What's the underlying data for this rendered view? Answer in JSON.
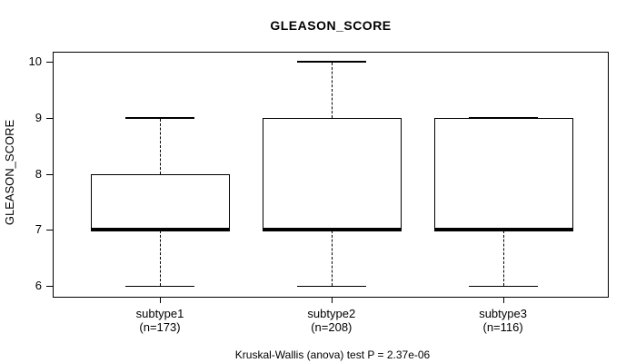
{
  "chart_data": {
    "type": "boxplot",
    "title": "GLEASON_SCORE",
    "ylabel": "GLEASON_SCORE",
    "xlabel": "",
    "yticks": [
      6,
      7,
      8,
      9,
      10
    ],
    "ylim": [
      5.84,
      10.16
    ],
    "grid": false,
    "legend": null,
    "footnote": "Kruskal-Wallis (anova) test P = 2.37e-06",
    "groups": [
      {
        "label": "subtype1",
        "sublabel": "(n=173)",
        "n": 173,
        "min": 6,
        "q1": 7,
        "median": 7,
        "q3": 8,
        "max": 9
      },
      {
        "label": "subtype2",
        "sublabel": "(n=208)",
        "n": 208,
        "min": 6,
        "q1": 7,
        "median": 7,
        "q3": 9,
        "max": 10
      },
      {
        "label": "subtype3",
        "sublabel": "(n=116)",
        "n": 116,
        "min": 6,
        "q1": 7,
        "median": 7,
        "q3": 9,
        "max": 9
      }
    ],
    "colors": {
      "line": "#000000",
      "box_fill": "#ffffff",
      "background": "#ffffff"
    }
  }
}
